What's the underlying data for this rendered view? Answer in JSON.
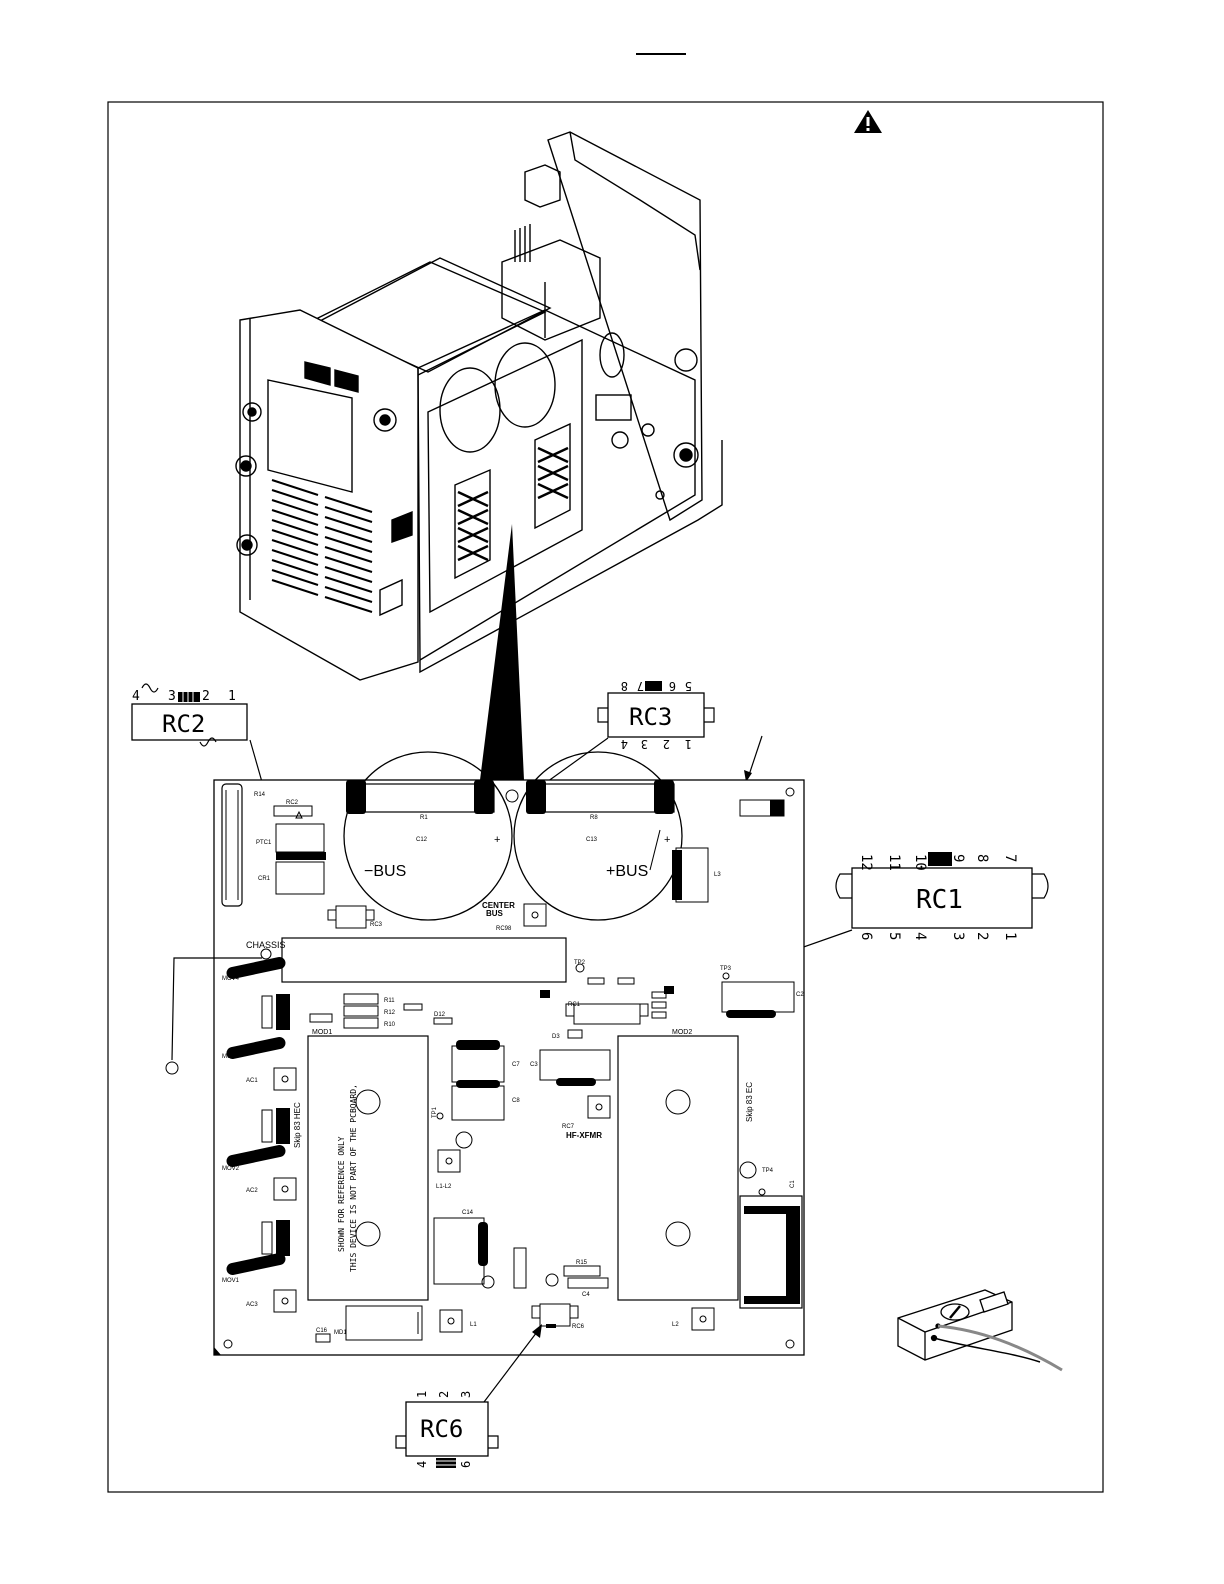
{
  "connectors": {
    "rc2": {
      "label": "RC2",
      "pins": [
        "4",
        "3",
        "2",
        "1"
      ]
    },
    "rc3": {
      "label": "RC3",
      "pins_top": [
        "8",
        "7",
        "6",
        "5"
      ],
      "pins_bottom": [
        "4",
        "3",
        "2",
        "1"
      ]
    },
    "rc1": {
      "label": "RC1",
      "pins_top": [
        "12",
        "11",
        "10",
        "9",
        "8",
        "7"
      ],
      "pins_bottom": [
        "6",
        "5",
        "4",
        "3",
        "2",
        "1"
      ]
    },
    "rc6": {
      "label": "RC6",
      "pins_top": [
        "1",
        "2",
        "3"
      ],
      "pins_bottom": [
        "4",
        "6"
      ]
    }
  },
  "board": {
    "bus_minus": "−BUS",
    "bus_plus": "+BUS",
    "center_bus_1": "CENTER",
    "center_bus_2": "BUS",
    "chassis": "CHASSIS",
    "mod1": "MOD1",
    "mod2": "MOD2",
    "skip_hec": "Skip 83 HEC",
    "skip_ec": "Skip 83 EC",
    "note_1": "SHOWN FOR REFERENCE ONLY",
    "note_2": "THIS DEVICE IS NOT PART OF THE PCBOARD,",
    "hf_xfmr": "HF-XFMR",
    "labels": {
      "c12": "C12",
      "c13": "C13",
      "r1": "R1",
      "r8": "R8",
      "rc2": "RC2",
      "rc3": "RC3",
      "rc98": "RC98",
      "ptc1": "PTC1",
      "cr1": "CR1",
      "r14": "R14",
      "l3": "L3",
      "tp1": "TP1",
      "tp2": "TP2",
      "tp3": "TP3",
      "tp4": "TP4",
      "ac1": "AC1",
      "ac2": "AC2",
      "ac3": "AC3",
      "rc7": "RC7",
      "rc6": "RC6",
      "l1_l2": "L1-L2",
      "l1": "L1",
      "l2": "L2",
      "c1": "C1",
      "c2": "C2",
      "md1": "MD1",
      "mov1": "MOV1",
      "mov2": "MOV2",
      "mov3": "MOV3",
      "mov4": "MOV4",
      "r11": "R11",
      "r12": "R12",
      "r10": "R10",
      "r15": "R15",
      "c16": "C16",
      "c4": "C4",
      "c7": "C7",
      "c8": "C8",
      "c3": "C3",
      "c14": "C14",
      "d3": "D3",
      "d12": "D12",
      "rc1": "RC1"
    }
  },
  "colors": {
    "ink": "#000000",
    "paper": "#ffffff"
  },
  "icons": [
    "warning-triangle-icon",
    "multimeter-icon"
  ]
}
